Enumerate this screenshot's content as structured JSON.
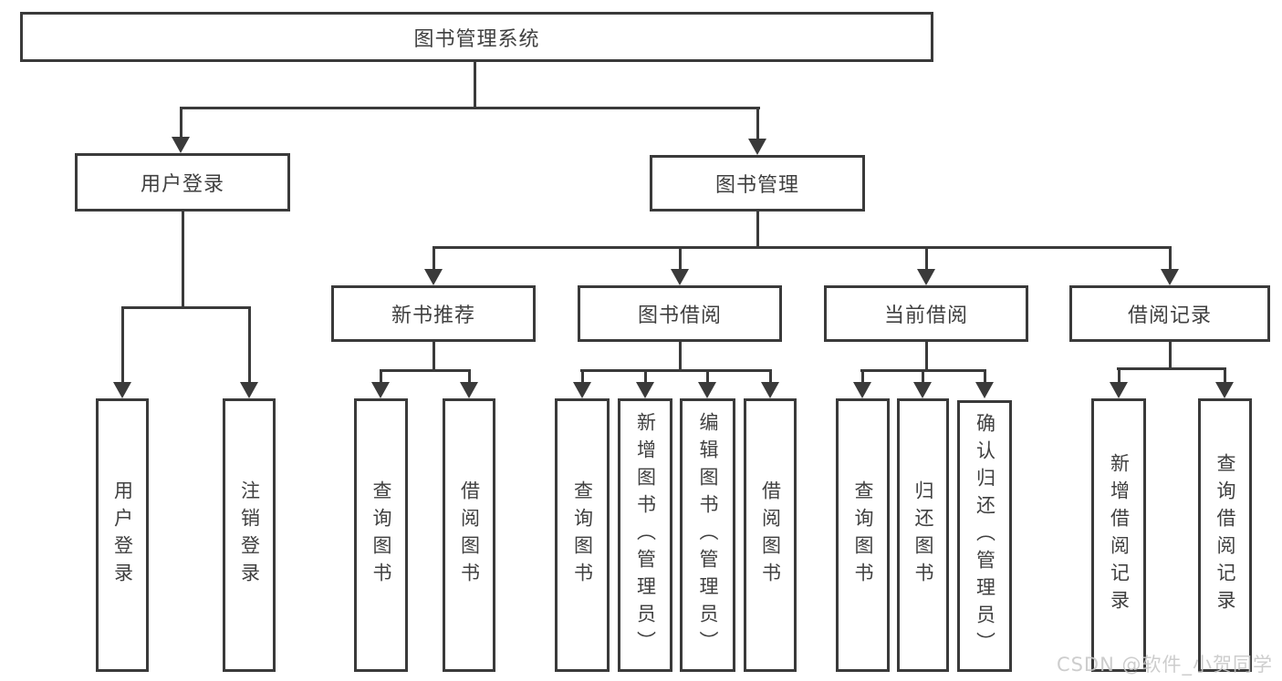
{
  "tree": {
    "label": "图书管理系统",
    "children": [
      {
        "label": "用户登录",
        "children": [
          {
            "label": "用户登录"
          },
          {
            "label": "注销登录"
          }
        ]
      },
      {
        "label": "图书管理",
        "children": [
          {
            "label": "新书推荐",
            "children": [
              {
                "label": "查询图书"
              },
              {
                "label": "借阅图书"
              }
            ]
          },
          {
            "label": "图书借阅",
            "children": [
              {
                "label": "查询图书"
              },
              {
                "label": "新增图书（管理员）"
              },
              {
                "label": "编辑图书（管理员）"
              },
              {
                "label": "借阅图书"
              }
            ]
          },
          {
            "label": "当前借阅",
            "children": [
              {
                "label": "查询图书"
              },
              {
                "label": "归还图书"
              },
              {
                "label": "确认归还（管理员）"
              }
            ]
          },
          {
            "label": "借阅记录",
            "children": [
              {
                "label": "新增借阅记录"
              },
              {
                "label": "查询借阅记录"
              }
            ]
          }
        ]
      }
    ]
  },
  "watermark": "CSDN @软件_小贺同学",
  "colors": {
    "line": "#3a3a3a",
    "text": "#404040",
    "watermark": "#c8c8c8",
    "background": "#ffffff"
  }
}
